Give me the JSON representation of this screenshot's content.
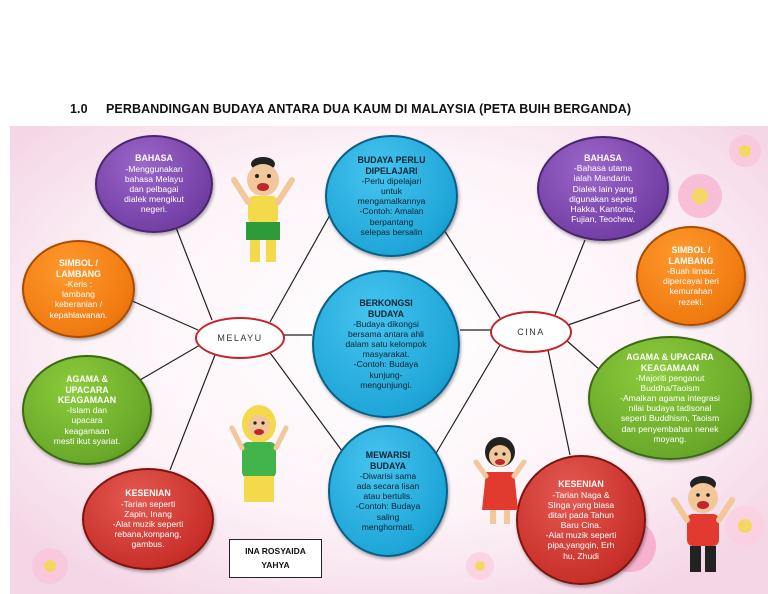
{
  "title": {
    "number": "1.0",
    "text": "PERBANDINGAN BUDAYA ANTARA DUA KAUM DI MALAYSIA (PETA BUIH BERGANDA)"
  },
  "hubs": {
    "left": "MELAYU",
    "right": "CINA"
  },
  "left_bubbles": {
    "bahasa": {
      "title": "BAHASA",
      "body": "-Menggunakan\nbahasa Melayu\ndan pelbagai\ndialek mengikut\nnegeri."
    },
    "simbol": {
      "title": "SIMBOL /\nLAMBANG",
      "body": "-Keris :\nlambang\nkeberanian /\nkepahlawanan."
    },
    "agama": {
      "title": "AGAMA &\nUPACARA\nKEAGAMAAN",
      "body": "-Islam dan\nupacara\nkeagamaan\nmesti ikut syariat."
    },
    "kesenian": {
      "title": "KESENIAN",
      "body": "-Tarian seperti\nZapin, Inang\n-Alat muzik seperti\nrebana,kompang,\ngambus."
    }
  },
  "shared_bubbles": {
    "dipelajari": {
      "title": "BUDAYA PERLU\nDIPELAJARI",
      "body": "-Perlu dipelajari\nuntuk\nmengamalkannya\n-Contoh: Amalan\nberpantang\nselepas bersalin"
    },
    "berkongsi": {
      "title": "BERKONGSI\nBUDAYA",
      "body": "-Budaya dikongsi\nbersama antara ahli\ndalam satu kelompok\nmasyarakat.\n-Contoh: Budaya\nkunjung-\nmengunjungi."
    },
    "mewarisi": {
      "title": "MEWARISI\nBUDAYA",
      "body": "-Diwarisi sama\nada secara lisan\natau bertulis.\n-Contoh: Budaya\nsaling\nmenghormati."
    }
  },
  "right_bubbles": {
    "bahasa": {
      "title": "BAHASA",
      "body": "-Bahasa utama\nialah Mandarin.\nDialek lain yang\ndigunakan seperti\nHakka, Kantonis,\nFujian, Teochew."
    },
    "simbol": {
      "title": "SIMBOL /\nLAMBANG",
      "body": "-Buah limau:\ndipercayai beri\nkemurahan\nrezeki."
    },
    "agama": {
      "title": "AGAMA & UPACARA\nKEAGAMAAN",
      "body": "-Majoriti penganut\nBuddha/Taoism\n-Amalkan agama integrasi\nnilai budaya tadisonal\nseperti Buddhism, Taoism\ndan penyembahan nenek\nmoyang."
    },
    "kesenian": {
      "title": "KESENIAN",
      "body": "-Tarian Naga &\nSInga yang biasa\nditari pada Tahun\nBaru Cina.\n-Alat muzik seperti\npipa,yangqin, Erh\nhu, Zhudi"
    }
  },
  "author": {
    "line1": "INA ROSYAIDA",
    "line2": "YAHYA"
  },
  "colors": {
    "purple": "#7440a6",
    "orange": "#f07a10",
    "green": "#6aa82a",
    "red": "#c9302a",
    "blue": "#1fa6d8",
    "hub_border": "#c0262b",
    "background_pink": "#f7c8dc"
  },
  "decorations": [
    "flower-icon",
    "malay-boy-icon",
    "malay-girl-icon",
    "chinese-girl-icon",
    "chinese-boy-icon"
  ]
}
